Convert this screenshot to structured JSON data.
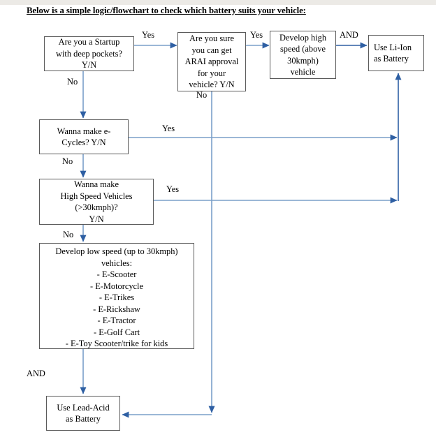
{
  "page": {
    "title": "Below is a simple logic/flowchart to check which battery suits your vehicle:",
    "accent_color": "#2e5fa3",
    "line_color": "#7a9fc9",
    "box_border_color": "#5a5a5a",
    "background_color": "#ffffff",
    "top_band_color": "#eceae6"
  },
  "nodes": {
    "startup": {
      "id": "startup-question",
      "lines": [
        "Are you a Startup",
        "with deep pockets?",
        "Y/N"
      ]
    },
    "arai": {
      "id": "arai-question",
      "lines": [
        "Are you sure",
        "you can get",
        "ARAI approval",
        "for your",
        "vehicle? Y/N"
      ]
    },
    "high_speed_dev": {
      "id": "develop-high-speed",
      "lines": [
        "Develop high",
        "speed (above",
        "30kmph)",
        "vehicle"
      ]
    },
    "li_ion": {
      "id": "use-li-ion",
      "lines": [
        "Use Li-Ion",
        "as Battery"
      ]
    },
    "ecycles": {
      "id": "ecycles-question",
      "lines": [
        "Wanna make e-",
        "Cycles? Y/N"
      ]
    },
    "hsv": {
      "id": "high-speed-vehicles-question",
      "lines": [
        "Wanna make",
        "High Speed Vehicles",
        "(>30kmph)?",
        "Y/N"
      ]
    },
    "low_speed": {
      "id": "develop-low-speed",
      "header": [
        "Develop low speed (up to 30kmph)",
        "vehicles:"
      ],
      "items": [
        "- E-Scooter",
        "- E-Motorcycle",
        "- E-Trikes",
        "- E-Rickshaw",
        "- E-Tractor",
        "- E-Golf Cart",
        "- E-Toy Scooter/trike for kids"
      ]
    },
    "lead_acid": {
      "id": "use-lead-acid",
      "lines": [
        "Use Lead-Acid",
        "as Battery"
      ]
    }
  },
  "edge_labels": {
    "startup_yes": "Yes",
    "startup_no": "No",
    "arai_yes": "Yes",
    "arai_no": "No",
    "highspeed_and": "AND",
    "ecycles_yes": "Yes",
    "ecycles_no": "No",
    "hsv_yes": "Yes",
    "hsv_no": "No",
    "lowspeed_and": "AND"
  }
}
